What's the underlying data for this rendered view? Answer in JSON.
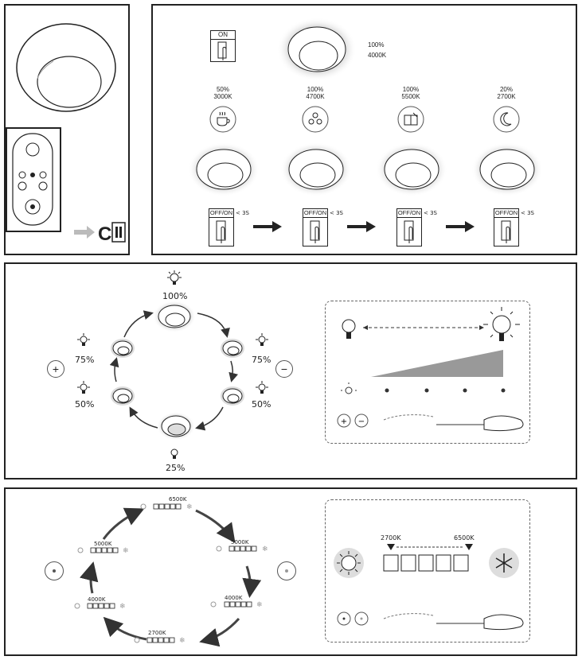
{
  "top": {
    "switch_on_label": "ON",
    "full_light": {
      "pct": "100%",
      "cct": "4000K"
    },
    "modes": [
      {
        "pct": "50%",
        "cct": "3000K",
        "icon": "coffee-cup-icon"
      },
      {
        "pct": "100%",
        "cct": "4700K",
        "icon": "people-group-icon"
      },
      {
        "pct": "100%",
        "cct": "5500K",
        "icon": "book-pencil-icon"
      },
      {
        "pct": "20%",
        "cct": "2700K",
        "icon": "moon-icon"
      }
    ],
    "switch_label": "OFF/ON",
    "switch_time": "< 3S"
  },
  "dimming": {
    "levels": {
      "top": "100%",
      "left_upper": "75%",
      "right_upper": "75%",
      "left_lower": "50%",
      "right_lower": "50%",
      "bottom": "25%"
    },
    "plus": "+",
    "minus": "−"
  },
  "cct": {
    "labels": {
      "top": "6500K",
      "right_upper": "5000K",
      "left_upper": "5000K",
      "right_lower": "4000K",
      "left_lower": "4000K",
      "bottom": "2700K"
    },
    "range_min": "2700K",
    "range_max": "6500K"
  }
}
